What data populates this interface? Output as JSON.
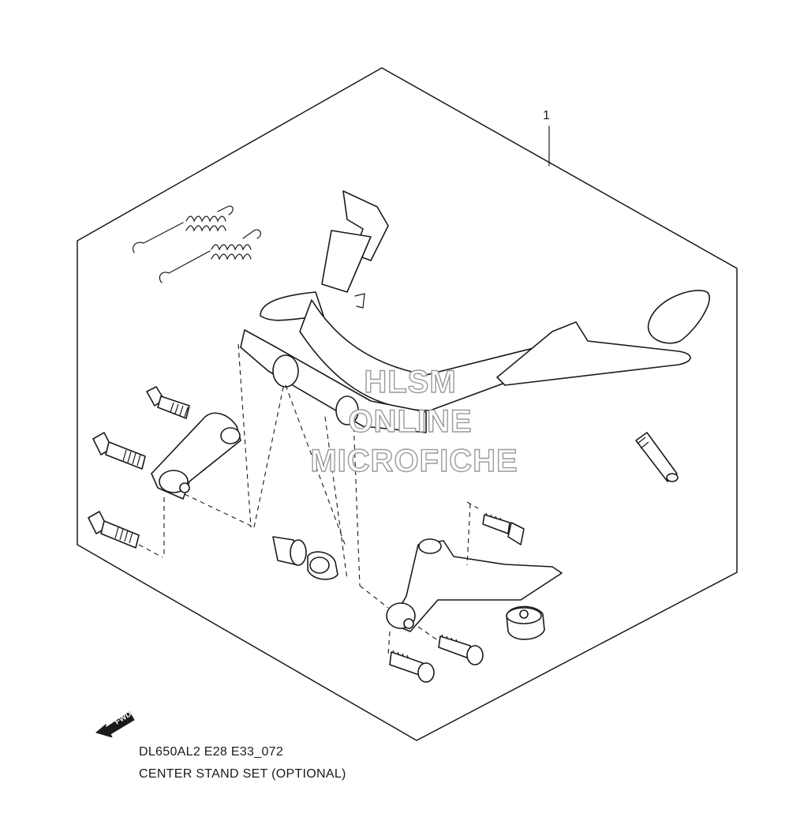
{
  "diagram": {
    "callout_number": "1",
    "fwd_label": "FWD",
    "model_code": "DL650AL2 E28 E33_072",
    "title": "CENTER STAND SET (OPTIONAL)"
  },
  "watermark": {
    "line1": "HLSM",
    "line2": "ONLINE",
    "line3": "MICROFICHE"
  }
}
